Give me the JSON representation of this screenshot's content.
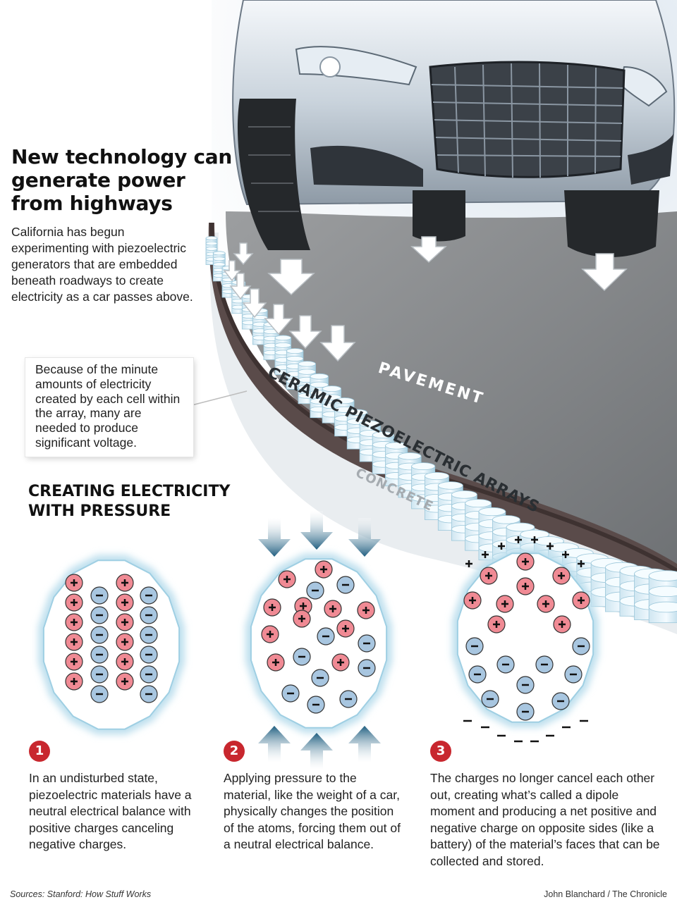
{
  "header": {
    "title": "New technology can generate power from highways",
    "intro": "California has begun experimenting with piezoelectric generators that are embedded beneath roadways to create electricity as a car passes above."
  },
  "callout": {
    "text": "Because of the minute amounts of electricity created by each cell within the array, many are needed to produce significant voltage."
  },
  "road_labels": {
    "pavement": "PAVEMENT",
    "arrays": "CERAMIC PIEZOELECTRIC ARRAYS",
    "concrete": "CONCRETE"
  },
  "section": {
    "title": "CREATING ELECTRICITY WITH PRESSURE"
  },
  "steps": [
    {
      "number": "1",
      "text": "In an undisturbed state, piezoelectric materials have a neutral electrical balance with positive charges canceling negative charges."
    },
    {
      "number": "2",
      "text": "Applying pressure to the material, like the weight of a car, physically changes the position of the atoms, forcing them out of a neutral electrical balance."
    },
    {
      "number": "3",
      "text": "The charges no longer cancel each other out, creating what’s called a dipole moment and producing a net positive and negative charge on opposite sides (like a battery) of the material’s faces that can be collected and stored."
    }
  ],
  "footer": {
    "source": "Sources: Stanford: How Stuff Works",
    "credit": "John Blanchard / The Chronicle"
  },
  "colors": {
    "positive": "#f08a94",
    "negative": "#a8c6e0",
    "accent": "#c8272e",
    "arrow": "#1f5e80"
  },
  "icons": {
    "positive_charge": "plus-sign",
    "negative_charge": "minus-sign",
    "pressure": "down-arrow"
  }
}
